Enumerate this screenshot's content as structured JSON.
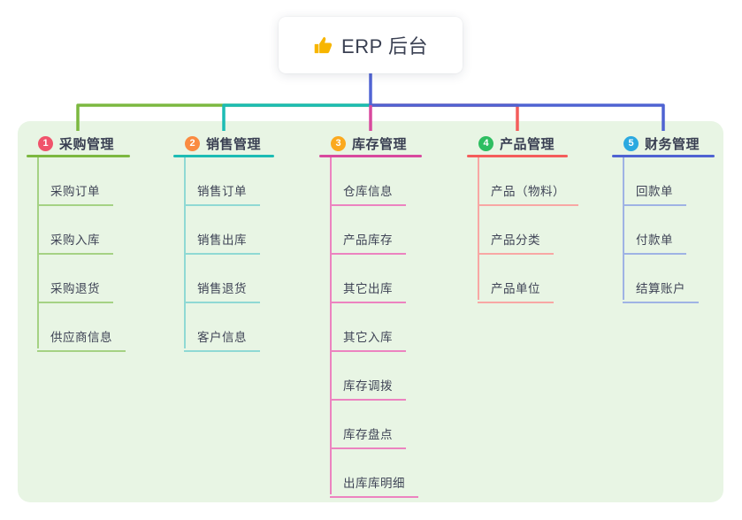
{
  "root": {
    "label": "ERP 后台",
    "icon": "thumbs-up"
  },
  "branches": [
    {
      "badge": "1",
      "title": "采购管理",
      "badge_color": "#F0536B",
      "line_color": "#7CB840",
      "child_line_color": "#A5D284",
      "children": [
        "采购订单",
        "采购入库",
        "采购退货",
        "供应商信息"
      ]
    },
    {
      "badge": "2",
      "title": "销售管理",
      "badge_color": "#FA8B41",
      "line_color": "#1CBCB4",
      "child_line_color": "#8FD9D4",
      "children": [
        "销售订单",
        "销售出库",
        "销售退货",
        "客户信息"
      ]
    },
    {
      "badge": "3",
      "title": "库存管理",
      "badge_color": "#FBA91E",
      "line_color": "#D8499E",
      "child_line_color": "#EC83C0",
      "children": [
        "仓库信息",
        "产品库存",
        "其它出库",
        "其它入库",
        "库存调拨",
        "库存盘点",
        "出库库明细"
      ]
    },
    {
      "badge": "4",
      "title": "产品管理",
      "badge_color": "#2EBE61",
      "line_color": "#F45D5B",
      "child_line_color": "#F8A7A4",
      "children": [
        "产品（物料）",
        "产品分类",
        "产品单位"
      ]
    },
    {
      "badge": "5",
      "title": "财务管理",
      "badge_color": "#2BA9E0",
      "line_color": "#4F63D2",
      "child_line_color": "#9FB3E4",
      "children": [
        "回款单",
        "付款单",
        "结算账户"
      ]
    }
  ],
  "colors": {
    "canvas_bg": "#FFFFFF",
    "panel_bg": "#E8F5E4",
    "root_connector": "#5164D4",
    "icon_gold": "#F7B500"
  }
}
